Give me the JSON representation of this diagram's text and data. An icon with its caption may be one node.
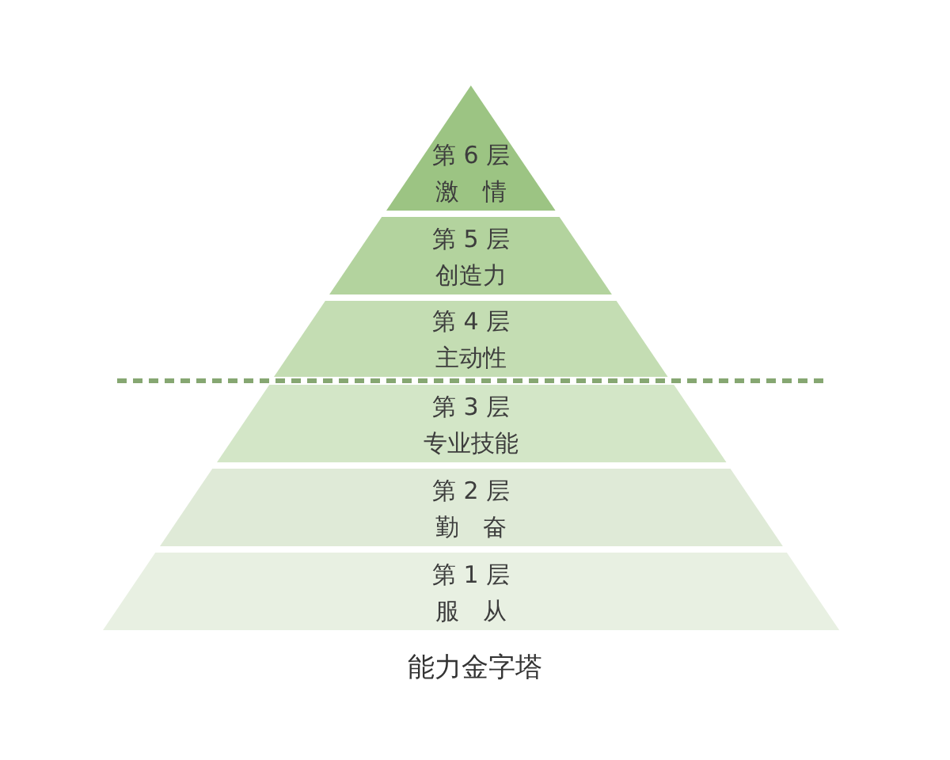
{
  "diagram": {
    "caption": "能力金字塔",
    "nodes": [
      {
        "text": [
          "第 6 层",
          "激　情"
        ]
      },
      {
        "text": [
          "第 5 层",
          "创造力"
        ]
      },
      {
        "text": [
          "第 4 层",
          "主动性"
        ]
      },
      {
        "text": [
          "第 3 层",
          "专业技能"
        ]
      },
      {
        "text": [
          "第 2 层",
          "勤　奋"
        ]
      },
      {
        "text": [
          "第 1 层",
          "服　从"
        ]
      }
    ]
  }
}
